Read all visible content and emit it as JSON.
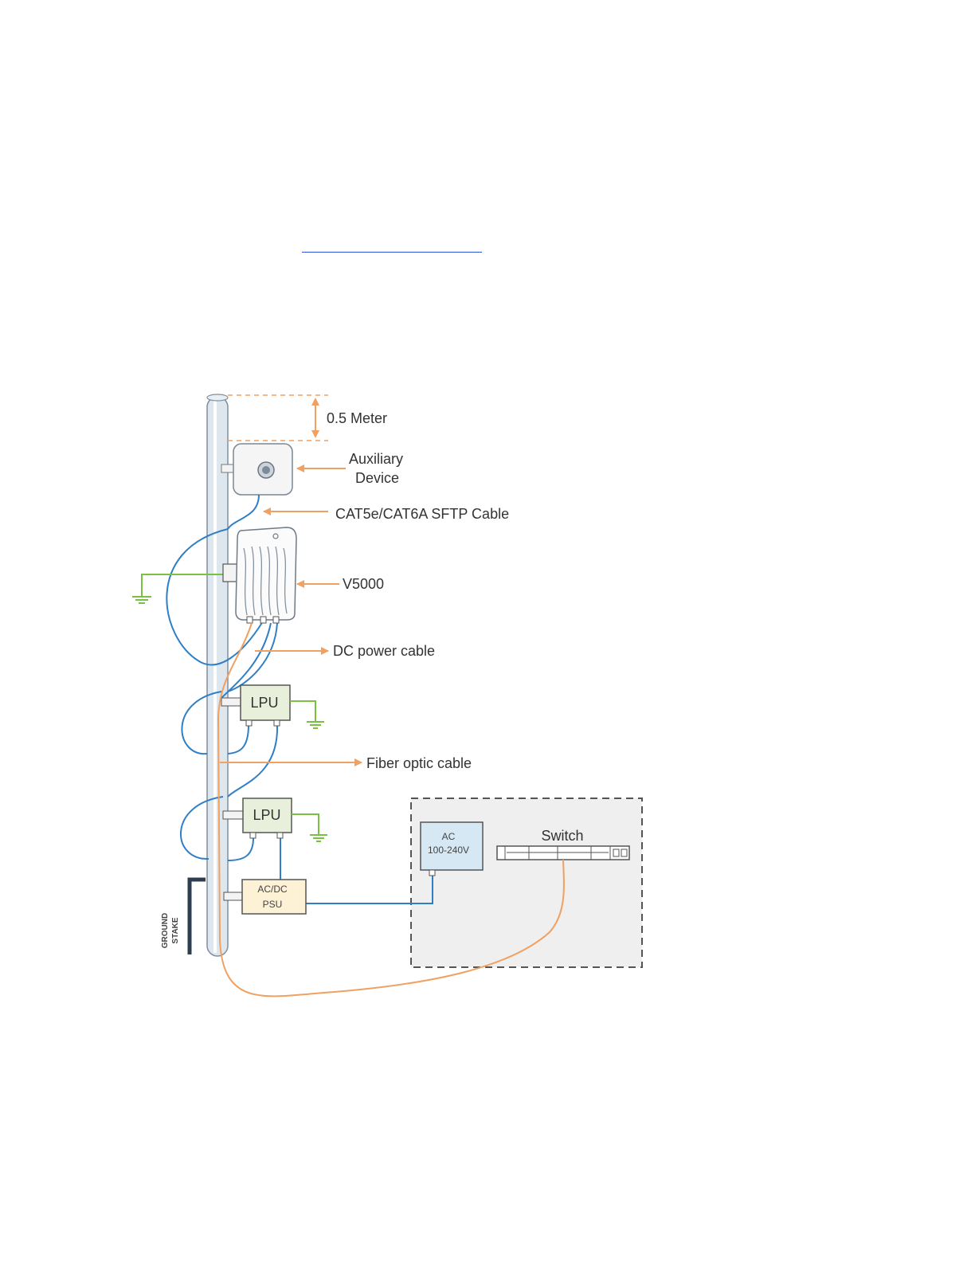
{
  "labels": {
    "meter": "0.5 Meter",
    "auxiliary_line1": "Auxiliary",
    "auxiliary_line2": "Device",
    "cat_cable": "CAT5e/CAT6A SFTP Cable",
    "v5000": "V5000",
    "dc_power": "DC power cable",
    "fiber": "Fiber optic cable",
    "lpu_top": "LPU",
    "lpu_bottom": "LPU",
    "psu_line1": "AC/DC",
    "psu_line2": "PSU",
    "ac_line1": "AC",
    "ac_line2": "100-240V",
    "switch": "Switch",
    "ground_line1": "GROUND",
    "ground_line2": "STAKE"
  },
  "colors": {
    "blue_cable": "#2f7fc6",
    "orange": "#f0a060",
    "ground_green": "#7ac142",
    "lpu_fill": "#e8f0dc",
    "psu_fill": "#fdf1d6",
    "ac_fill": "#d5e8f3",
    "cabinet_fill": "#efefef",
    "link": "#2b4fd8"
  },
  "icons": {
    "ground": "ground-icon",
    "arrow": "orange-arrow-icon"
  }
}
